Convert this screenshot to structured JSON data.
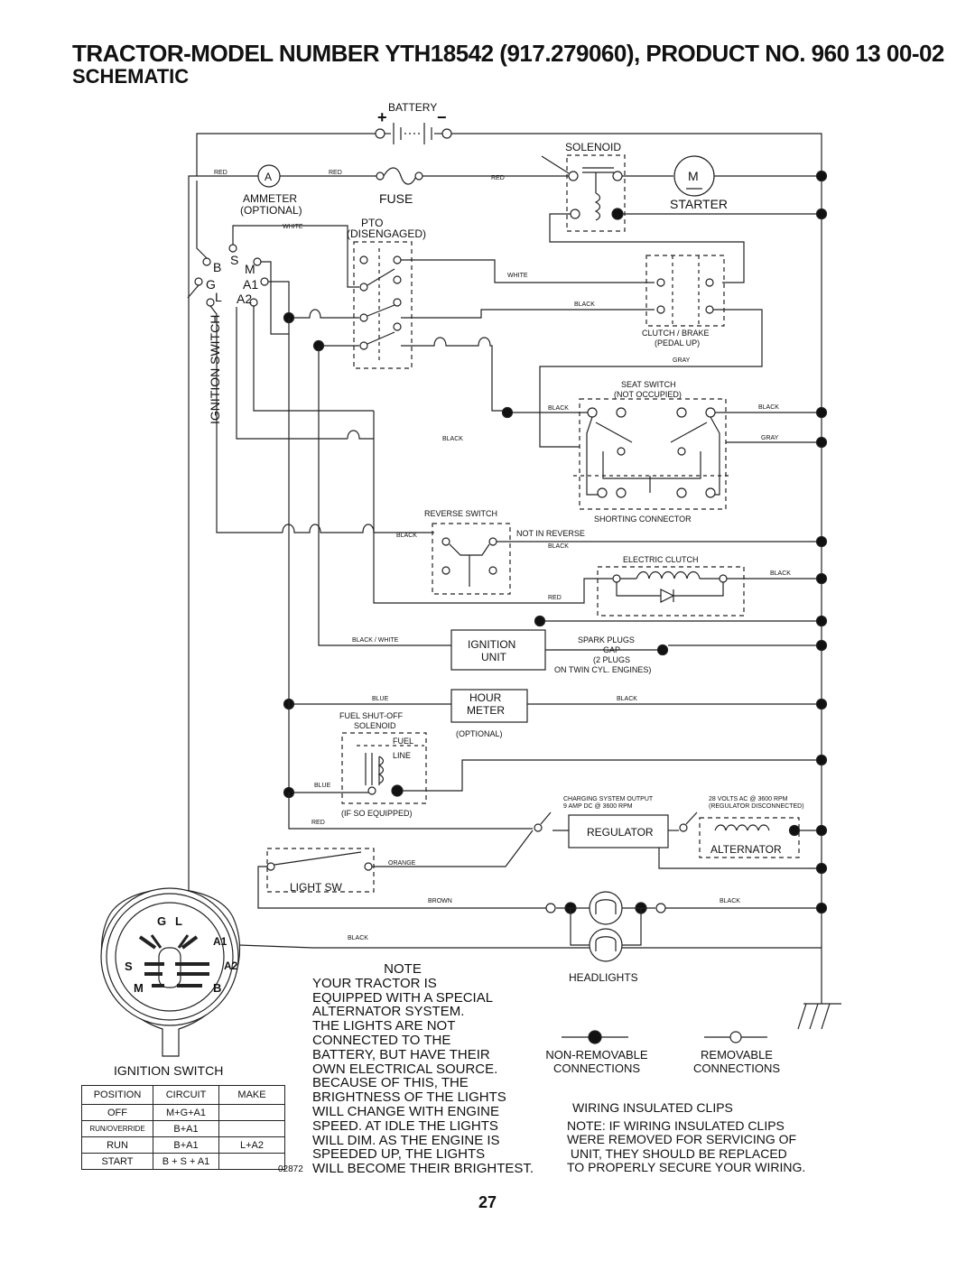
{
  "header": {
    "title": "TRACTOR-MODEL NUMBER YTH18542 (917.279060), PRODUCT NO. 960 13 00-02",
    "subtitle": "SCHEMATIC"
  },
  "components": {
    "battery": "BATTERY",
    "solenoid": "SOLENOID",
    "ammeter": "AMMETER",
    "ammeter_note": "(OPTIONAL)",
    "ammeter_letter": "A",
    "fuse": "FUSE",
    "starter": "STARTER",
    "starter_letter": "M",
    "pto": "PTO",
    "pto_note": "(DISENGAGED)",
    "clutch_brake": "CLUTCH / BRAKE",
    "clutch_brake_note": "(PEDAL UP)",
    "seat_switch": "SEAT SWITCH",
    "seat_switch_note": "(NOT OCCUPIED)",
    "shorting_connector": "SHORTING CONNECTOR",
    "reverse_switch": "REVERSE SWITCH",
    "not_in_reverse": "NOT IN REVERSE",
    "electric_clutch": "ELECTRIC CLUTCH",
    "ignition_unit_1": "IGNITION",
    "ignition_unit_2": "UNIT",
    "spark_plugs_1": "SPARK PLUGS",
    "spark_plugs_2": "GAP",
    "spark_plugs_3": "(2 PLUGS",
    "spark_plugs_4": "ON TWIN CYL. ENGINES)",
    "hour_meter_1": "HOUR",
    "hour_meter_2": "METER",
    "hour_meter_note": "(OPTIONAL)",
    "fuel_solenoid_1": "FUEL SHUT-OFF",
    "fuel_solenoid_2": "SOLENOID",
    "fuel_line_1": "FUEL",
    "fuel_line_2": "LINE",
    "if_equipped": "(IF SO EQUIPPED)",
    "charging_output_1": "CHARGING SYSTEM OUTPUT",
    "charging_output_2": "9 AMP DC @ 3600 RPM",
    "alt_output_1": "28 VOLTS AC @ 3600 RPM",
    "alt_output_2": "(REGULATOR DISCONNECTED)",
    "regulator": "REGULATOR",
    "alternator": "ALTERNATOR",
    "light_sw": "LIGHT SW",
    "headlights": "HEADLIGHTS",
    "ignition_switch_vertical": "IGNITION SWITCH"
  },
  "switch_terminals": [
    "B",
    "S",
    "M",
    "G",
    "A1",
    "L",
    "A2"
  ],
  "wire_colors": {
    "red": "RED",
    "white": "WHITE",
    "black": "BLACK",
    "gray": "GRAY",
    "black_white": "BLACK / WHITE",
    "blue": "BLUE",
    "orange": "ORANGE",
    "brown": "BROWN"
  },
  "note": {
    "heading": "NOTE",
    "lines": [
      "YOUR TRACTOR IS",
      "EQUIPPED WITH A SPECIAL",
      "ALTERNATOR SYSTEM.",
      "THE LIGHTS ARE NOT",
      "CONNECTED TO THE",
      "BATTERY, BUT HAVE THEIR",
      "OWN ELECTRICAL SOURCE.",
      "BECAUSE OF THIS, THE",
      "BRIGHTNESS OF THE LIGHTS",
      "WILL CHANGE WITH ENGINE",
      "SPEED.  AT IDLE THE LIGHTS",
      "WILL DIM.  AS THE ENGINE IS",
      "SPEEDED UP, THE LIGHTS",
      "WILL BECOME THEIR BRIGHTEST."
    ]
  },
  "legend": {
    "non_removable_1": "NON-REMOVABLE",
    "non_removable_2": "CONNECTIONS",
    "removable_1": "REMOVABLE",
    "removable_2": "CONNECTIONS"
  },
  "clips": {
    "heading": "WIRING INSULATED CLIPS",
    "lines": [
      "NOTE: IF WIRING INSULATED CLIPS",
      "WERE REMOVED FOR SERVICING OF",
      " UNIT, THEY SHOULD BE REPLACED",
      "TO PROPERLY SECURE YOUR WIRING."
    ]
  },
  "switch_face": {
    "letters": [
      "G",
      "L",
      "A1",
      "S",
      "A2",
      "M",
      "B"
    ]
  },
  "switch_table": {
    "title": "IGNITION SWITCH",
    "headers": [
      "POSITION",
      "CIRCUIT",
      "MAKE"
    ],
    "rows": [
      [
        "OFF",
        "M+G+A1",
        ""
      ],
      [
        "RUN/OVERRIDE",
        "B+A1",
        ""
      ],
      [
        "RUN",
        "B+A1",
        "L+A2"
      ],
      [
        "START",
        "B + S + A1",
        ""
      ]
    ]
  },
  "footer": {
    "doc_code": "02872",
    "page_number": "27"
  }
}
